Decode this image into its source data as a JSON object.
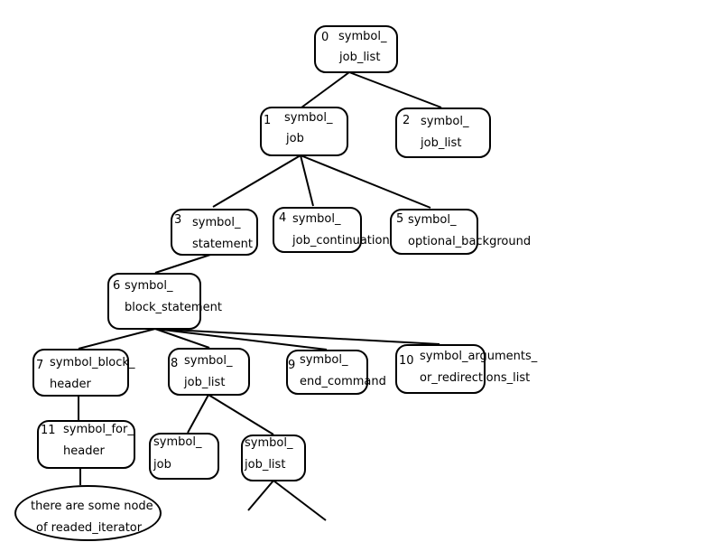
{
  "nodes": {
    "n0": {
      "id": "0",
      "line1": "symbol_",
      "line2": "job_list"
    },
    "n1": {
      "id": "1",
      "line1": "symbol_",
      "line2": "job"
    },
    "n2": {
      "id": "2",
      "line1": "symbol_",
      "line2": "job_list"
    },
    "n3": {
      "id": "3",
      "line1": "symbol_",
      "line2": "statement"
    },
    "n4": {
      "id": "4",
      "line1": "symbol_",
      "line2": "job_continuation"
    },
    "n5": {
      "id": "5",
      "line1": "symbol_",
      "line2": "optional_background"
    },
    "n6": {
      "id": "6",
      "line1": "symbol_",
      "line2": "block_statement"
    },
    "n7": {
      "id": "7",
      "line1": "symbol_block_",
      "line2": "header"
    },
    "n8": {
      "id": "8",
      "line1": "symbol_",
      "line2": "job_list"
    },
    "n9": {
      "id": "9",
      "line1": "symbol_",
      "line2": "end_command"
    },
    "n10": {
      "id": "10",
      "line1": "symbol_arguments_",
      "line2": "or_redirections_list"
    },
    "n11": {
      "id": "11",
      "line1": "symbol_for_",
      "line2": "header"
    },
    "n12": {
      "line1": "symbol_",
      "line2": "job"
    },
    "n13": {
      "line1": "symbol_",
      "line2": "job_list"
    }
  },
  "note": {
    "line1": "there are some node",
    "line2": "of readed_iterator"
  }
}
